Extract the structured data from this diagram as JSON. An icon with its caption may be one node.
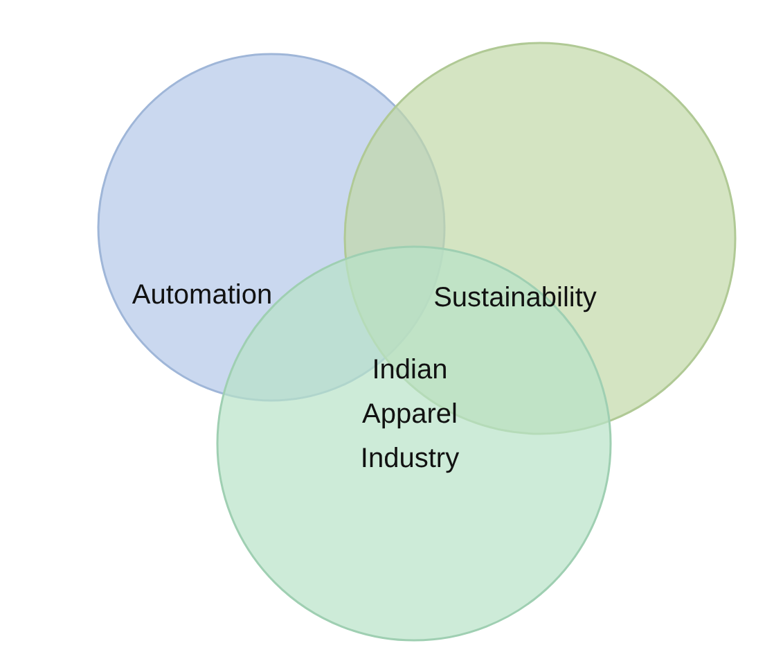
{
  "diagram": {
    "nodes": [
      {
        "text": [
          "Automation"
        ]
      },
      {
        "text": [
          "Sustainability"
        ]
      },
      {
        "text": [
          "Indian Apparel Industry"
        ]
      }
    ]
  }
}
